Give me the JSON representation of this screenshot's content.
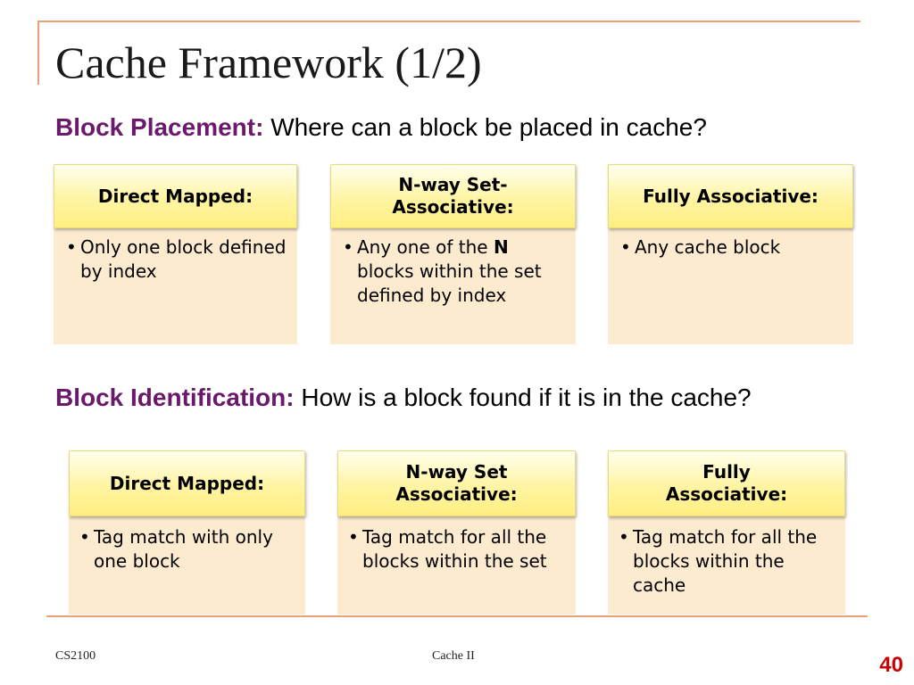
{
  "title": "Cache Framework (1/2)",
  "placement": {
    "label": "Block Placement:",
    "text": " Where can a block be placed in cache?",
    "cards": [
      {
        "heading": "Direct Mapped:",
        "bullet": "Only one block defined by index"
      },
      {
        "heading": "N-way Set-Associative:",
        "bullet_pre": "Any one of the ",
        "bullet_bold": "N",
        "bullet_post": " blocks within the set defined by index"
      },
      {
        "heading": "Fully Associative:",
        "bullet": "Any cache block"
      }
    ]
  },
  "identification": {
    "label": "Block Identification:",
    "text": " How is a block found if it is in the cache?",
    "cards": [
      {
        "heading": "Direct Mapped:",
        "bullet": "Tag match with only one block"
      },
      {
        "heading": "N-way Set Associative:",
        "bullet": "Tag match for all the blocks within the set"
      },
      {
        "heading": "Fully Associative:",
        "bullet": "Tag match for all the blocks within the cache"
      }
    ]
  },
  "footer": {
    "left": "CS2100",
    "center": "Cache II",
    "slide_number": "40"
  },
  "colors": {
    "heading_label": "#6b1a6b",
    "card_header": "#fff4a3",
    "card_body": "#fdebd0",
    "frame_line": "#e8a07a",
    "slide_number": "#cc0000"
  }
}
